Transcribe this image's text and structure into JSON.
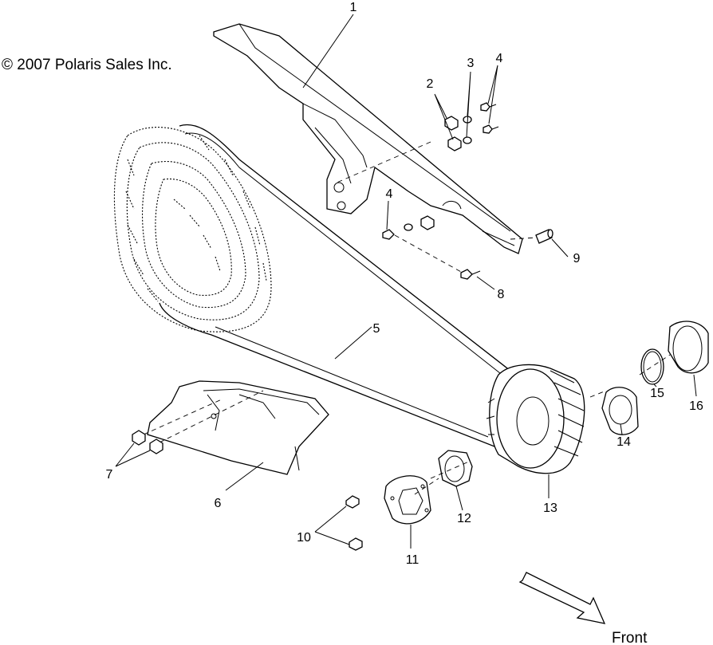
{
  "copyright": "© 2007 Polaris Sales Inc.",
  "direction_label": "Front",
  "callouts": [
    {
      "id": "1",
      "text": "1"
    },
    {
      "id": "2",
      "text": "2"
    },
    {
      "id": "3",
      "text": "3"
    },
    {
      "id": "4a",
      "text": "4"
    },
    {
      "id": "4b",
      "text": "4"
    },
    {
      "id": "5",
      "text": "5"
    },
    {
      "id": "6",
      "text": "6"
    },
    {
      "id": "7",
      "text": "7"
    },
    {
      "id": "8",
      "text": "8"
    },
    {
      "id": "9",
      "text": "9"
    },
    {
      "id": "10",
      "text": "10"
    },
    {
      "id": "11",
      "text": "11"
    },
    {
      "id": "12",
      "text": "12"
    },
    {
      "id": "13",
      "text": "13"
    },
    {
      "id": "14",
      "text": "14"
    },
    {
      "id": "15",
      "text": "15"
    },
    {
      "id": "16",
      "text": "16"
    }
  ]
}
